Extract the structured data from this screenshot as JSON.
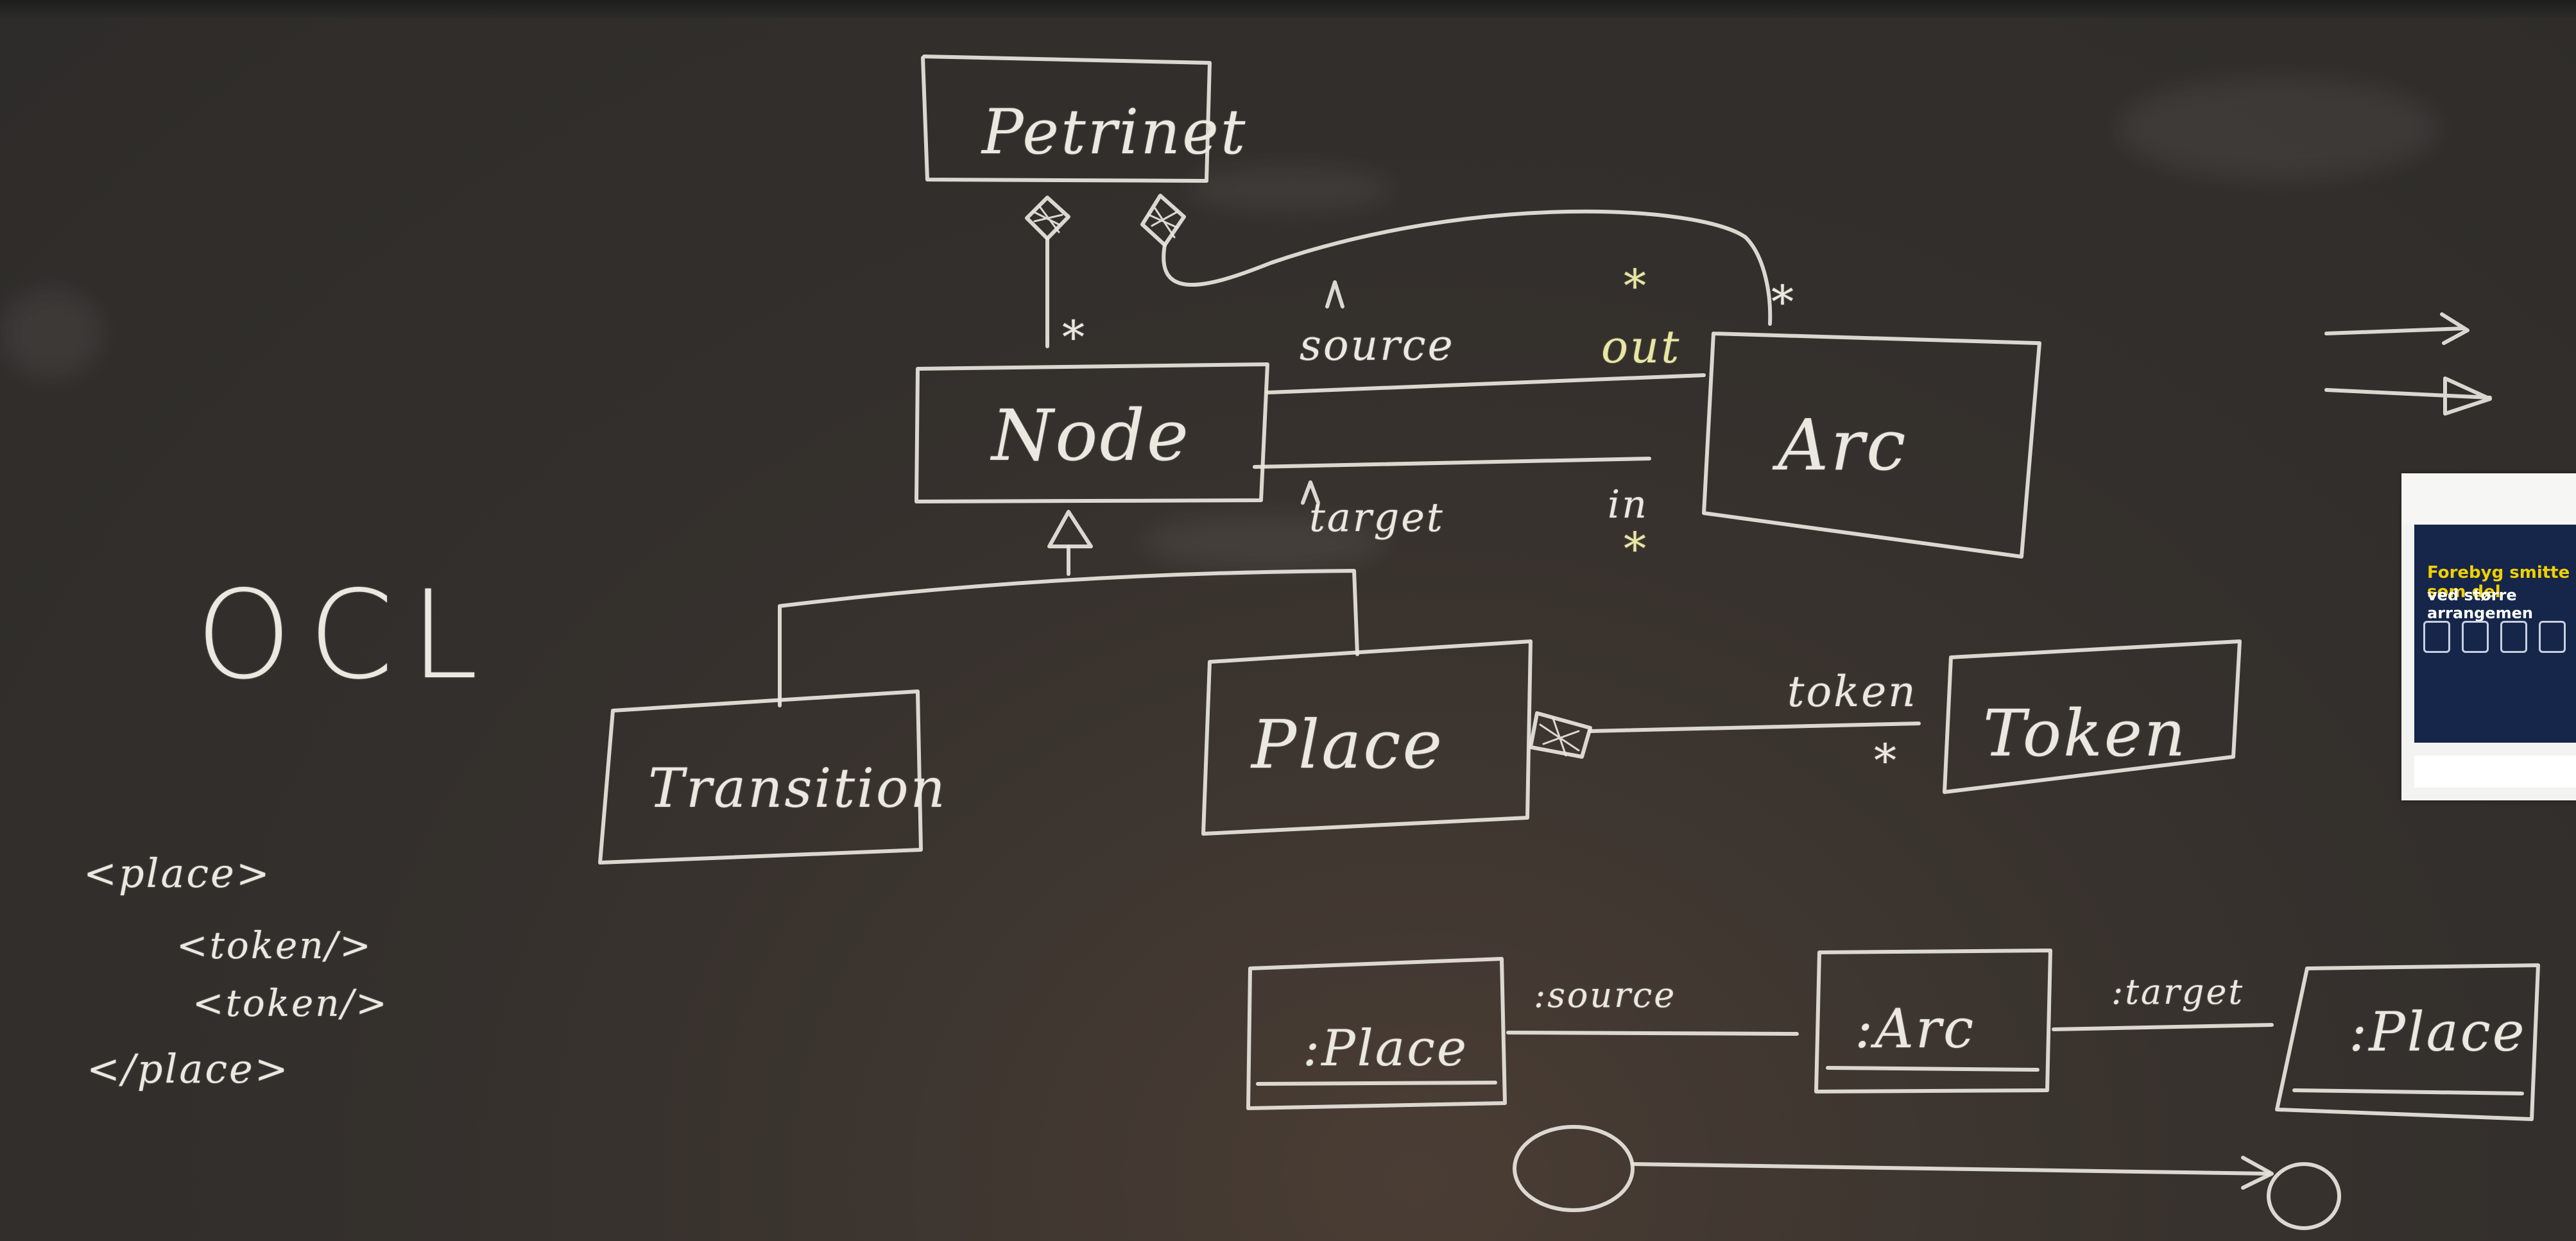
{
  "diagram": {
    "petrinet_label": "Petrinet",
    "node_label": "Node",
    "arc_label": "Arc",
    "transition_label": "Transition",
    "place_label": "Place",
    "token_label": "Token",
    "role_source": "source",
    "role_target": "target",
    "role_out": "out",
    "role_in": "in",
    "role_token": "token",
    "mult_nodes": "*",
    "mult_arcs": "*",
    "mult_out": "*",
    "mult_in": "*",
    "mult_token": "*"
  },
  "instance": {
    "place1_label": ":Place",
    "arc_label": ":Arc",
    "place2_label": ":Place",
    "link_source": ":source",
    "link_target": ":target"
  },
  "side_notes": {
    "ocl": "OCL",
    "xml_lines": [
      "<place>",
      "<token/>",
      "<token/>",
      "</place>"
    ]
  },
  "poster": {
    "headline": "Forebyg smitte som del",
    "subline": "ved større arrangemen"
  },
  "colors": {
    "board": "#332f2c",
    "chalk": "#e9e6de",
    "chalk_yellow": "#e8e6a0",
    "poster_blue": "#15264a",
    "poster_yellow": "#f2d000"
  }
}
